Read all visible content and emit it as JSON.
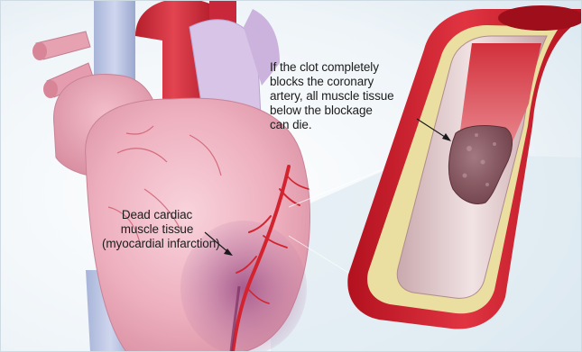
{
  "annotations": {
    "clot": {
      "lines": [
        "If the clot completely",
        "blocks the coronary",
        "artery, all muscle tissue",
        "below the blockage",
        "can die."
      ]
    },
    "dead_tissue": {
      "lines": [
        "Dead cardiac",
        "muscle tissue",
        "(myocardial infarction)"
      ]
    }
  },
  "colors": {
    "background": "#e8f1f7",
    "heart": "#efb8c5",
    "artery_wall": "#c6202c",
    "plaque": "#efe3a4",
    "clot": "#8a5a62",
    "vessel_red": "#d42a36",
    "infarct": "#a05a8c"
  },
  "icons": [
    "heart-illustration",
    "artery-cross-section-illustration",
    "blood-clot",
    "pointer-arrow"
  ]
}
